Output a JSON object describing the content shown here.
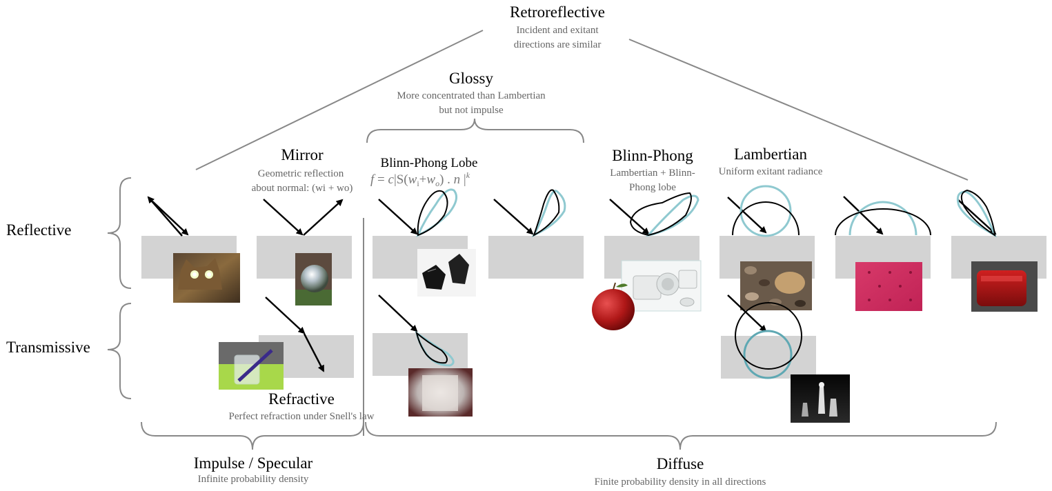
{
  "colors": {
    "surface": "#d3d3d3",
    "lobe_teal": "#8fc9d0",
    "lobe_teal_dark": "#5fa8b3",
    "outline": "#888888",
    "subtitle": "#666666"
  },
  "labels": {
    "retroreflective": {
      "title": "Retroreflective",
      "sub1": "Incident and exitant",
      "sub2": "directions are similar"
    },
    "glossy": {
      "title": "Glossy",
      "sub1": "More concentrated than Lambertian",
      "sub2": "but not impulse"
    },
    "mirror": {
      "title": "Mirror",
      "sub1": "Geometric reflection",
      "sub2": "about normal: (wi + wo)"
    },
    "blinn_phong_lobe": {
      "title": "Blinn-Phong Lobe",
      "formula": "f = c|S(wi+wo) . n |k"
    },
    "blinn_phong": {
      "title": "Blinn-Phong",
      "sub1": "Lambertian + Blinn-",
      "sub2": "Phong lobe"
    },
    "lambertian": {
      "title": "Lambertian",
      "sub1": "Uniform exitant radiance"
    },
    "reflective": "Reflective",
    "transmissive": "Transmissive",
    "refractive": {
      "title": "Refractive",
      "sub1": "Perfect refraction under Snell's law"
    },
    "impulse": {
      "title": "Impulse / Specular",
      "sub1": "Infinite probability density"
    },
    "diffuse": {
      "title": "Diffuse",
      "sub1": "Finite probability density in all directions"
    }
  },
  "photos": [
    {
      "name": "cat-eyes-photo",
      "subject": "cat with glowing eyes"
    },
    {
      "name": "mirror-ball-photo",
      "subject": "chrome gazing ball"
    },
    {
      "name": "obsidian-photo",
      "subject": "black obsidian stones"
    },
    {
      "name": "apple-photo",
      "subject": "red apple"
    },
    {
      "name": "pvc-pipes-photo",
      "subject": "white PVC pipe fittings"
    },
    {
      "name": "pebbles-photo",
      "subject": "river pebbles"
    },
    {
      "name": "velvet-photo",
      "subject": "pink tufted velvet"
    },
    {
      "name": "tail-light-photo",
      "subject": "red reflector tail light"
    },
    {
      "name": "glass-water-photo",
      "subject": "glass of water with pen"
    },
    {
      "name": "frosted-glass-photo",
      "subject": "frosted glass box"
    },
    {
      "name": "chess-photo",
      "subject": "frosted glass chess pieces"
    }
  ]
}
